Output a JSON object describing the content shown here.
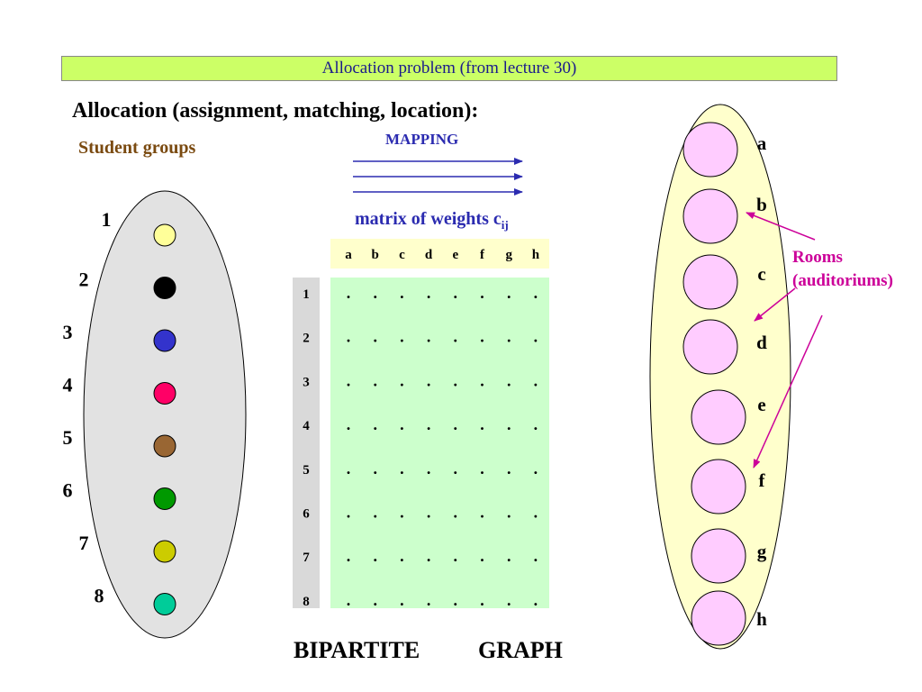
{
  "title": "Allocation problem (from lecture 30)",
  "heading": "Allocation (assignment, matching, location):",
  "student_groups_label": "Student groups",
  "mapping_label": "MAPPING",
  "matrix_label": {
    "text": "matrix of weights  c",
    "subscript": "ij"
  },
  "rooms_label": {
    "line1": "Rooms",
    "line2": "(auditoriums)"
  },
  "bipartite_label": "BIPARTITE",
  "graph_label": "GRAPH",
  "colors": {
    "left_oval": "#e2e2e2",
    "right_oval": "#ffffcc",
    "room_fill": "#ffccff",
    "matrix_bg": "#ccffcc",
    "col_header_bg": "#ffffcc",
    "row_header_bg": "#d9d9d9",
    "arrow_blue": "#2b2bb0",
    "arrow_magenta": "#cc0099"
  },
  "groups": [
    {
      "label": "1",
      "color": "#ffff99"
    },
    {
      "label": "2",
      "color": "#000000"
    },
    {
      "label": "3",
      "color": "#3333cc"
    },
    {
      "label": "4",
      "color": "#ff0066"
    },
    {
      "label": "5",
      "color": "#996633"
    },
    {
      "label": "6",
      "color": "#009900"
    },
    {
      "label": "7",
      "color": "#cccc00"
    },
    {
      "label": "8",
      "color": "#00cc99"
    }
  ],
  "rooms": [
    "a",
    "b",
    "c",
    "d",
    "e",
    "f",
    "g",
    "h"
  ],
  "matrix": {
    "columns": [
      "a",
      "b",
      "c",
      "d",
      "e",
      "f",
      "g",
      "h"
    ],
    "rows": [
      "1",
      "2",
      "3",
      "4",
      "5",
      "6",
      "7",
      "8"
    ],
    "cell_symbol": "."
  }
}
